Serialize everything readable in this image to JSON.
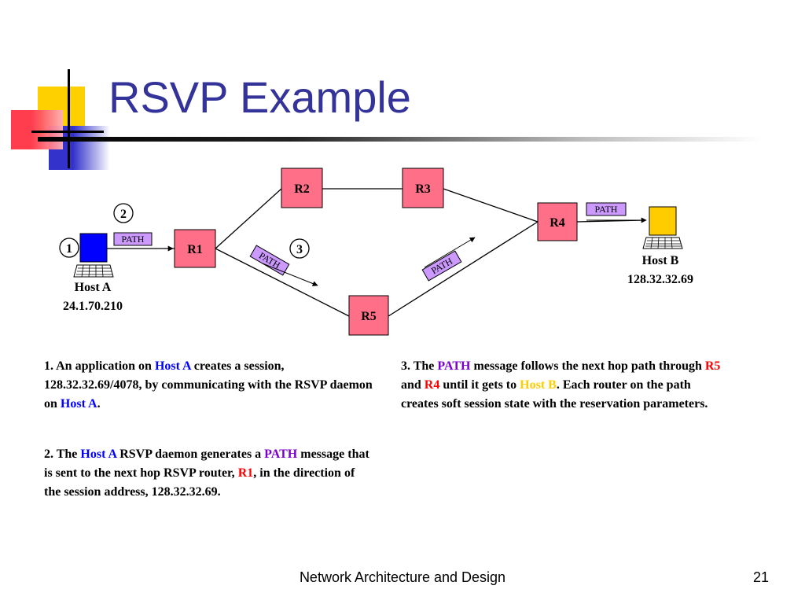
{
  "slide": {
    "title": "RSVP Example",
    "footer": "Network Architecture and Design",
    "page_number": "21"
  },
  "colors": {
    "router_fill": "#ff6f87",
    "path_tag_fill": "#cc99ff",
    "host_a_color": "#0000ff",
    "host_b_color": "#ffcc00",
    "title_color": "#333399"
  },
  "diagram": {
    "routers": [
      "R1",
      "R2",
      "R3",
      "R4",
      "R5"
    ],
    "path_tag": "PATH",
    "steps": [
      "1",
      "2",
      "3"
    ],
    "host_a": {
      "name": "Host A",
      "address": "24.1.70.210",
      "icon": "computer-icon"
    },
    "host_b": {
      "name": "Host B",
      "address": "128.32.32.69",
      "icon": "computer-icon"
    }
  },
  "text": {
    "p1": {
      "a": "1. An application on ",
      "b": "Host A",
      "c": " creates a session, 128.32.32.69/4078, by communicating with the RSVP daemon on ",
      "d": "Host A",
      "e": "."
    },
    "p2": {
      "a": "2. The ",
      "b": "Host A",
      "c": " RSVP daemon generates a ",
      "d": "PATH",
      "e": " message that is sent to the next hop RSVP router, ",
      "f": "R1",
      "g": ", in the direction of the session address, 128.32.32.69."
    },
    "p3": {
      "a": "3. The ",
      "b": "PATH",
      "c": " message follows the next hop path through ",
      "d": "R5",
      "e": " and ",
      "f": "R4",
      "g": " until it gets to ",
      "h": "Host B",
      "i": ". Each router on the path creates soft session state with the reservation parameters."
    }
  }
}
